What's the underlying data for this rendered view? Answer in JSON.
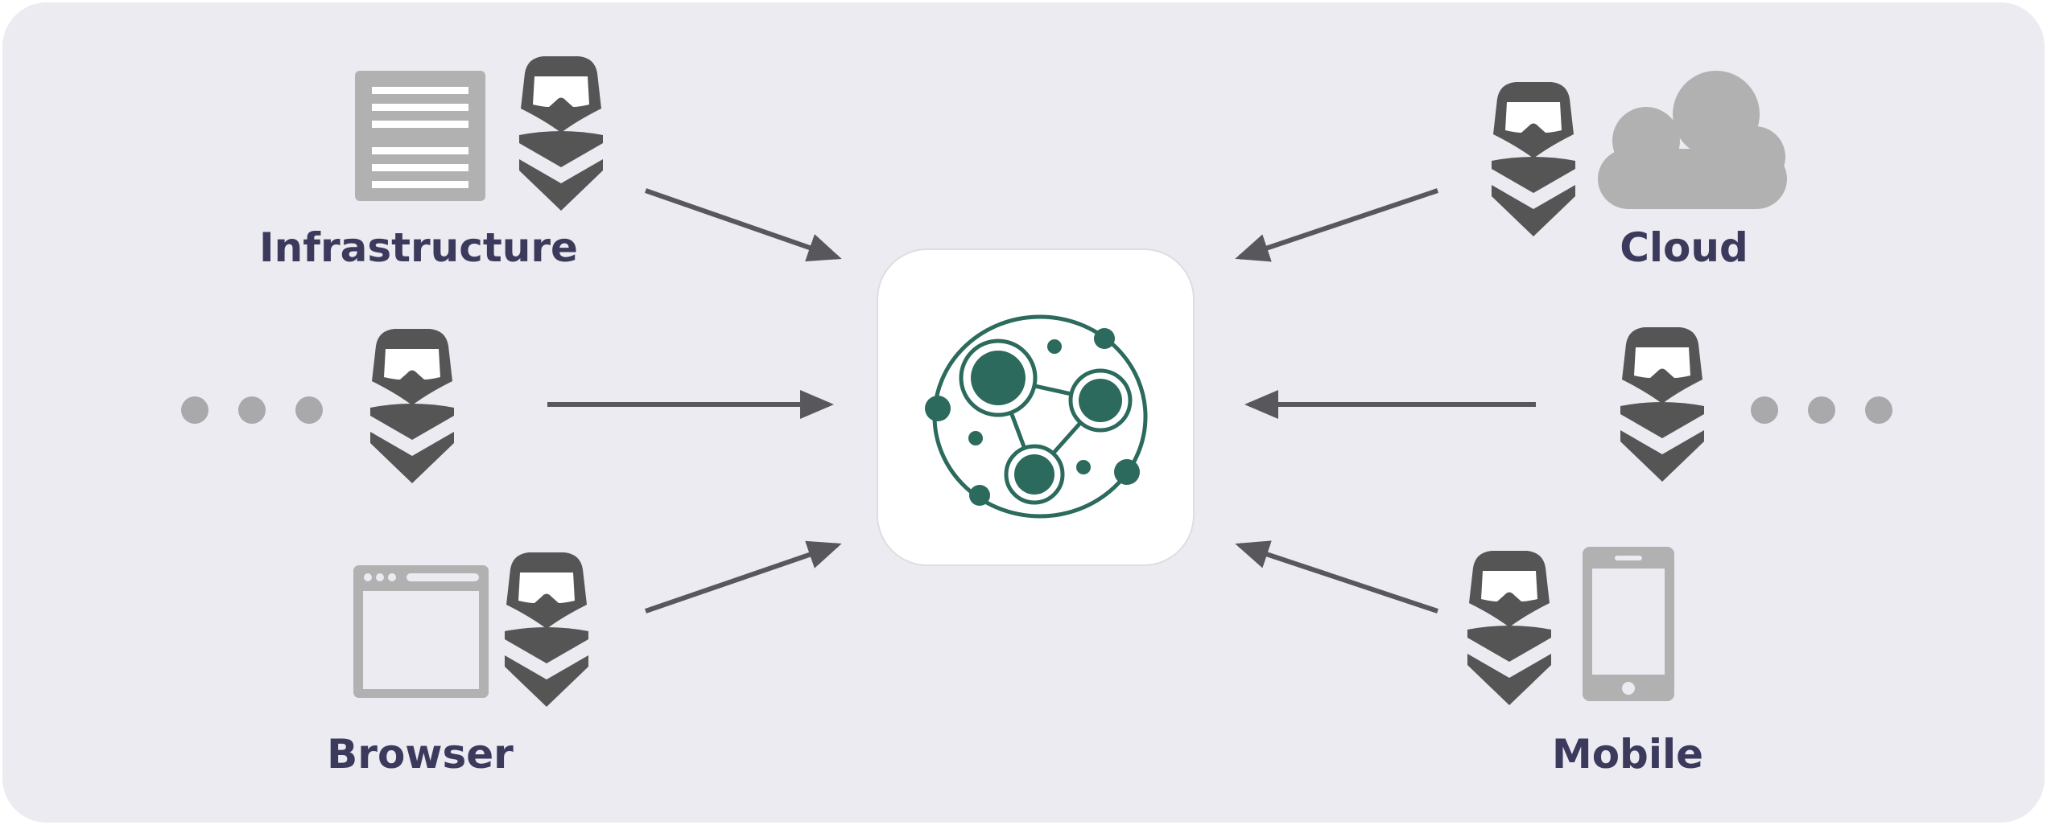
{
  "labels": {
    "infrastructure": "Infrastructure",
    "cloud": "Cloud",
    "browser": "Browser",
    "mobile": "Mobile"
  },
  "colors": {
    "panel_background": "#ebebf1",
    "center_card": "#ffffff",
    "hub_green": "#2b6a5c",
    "arrow": "#58575c",
    "agent_icon": "#555555",
    "device_icon": "#b1b1b1",
    "dots": "#a9a9ab",
    "label_text": "#3b3a5c"
  },
  "icons": {
    "hub": "network-hub-icon",
    "agent": "masked-agent-icon",
    "infrastructure": "server-document-icon",
    "cloud": "cloud-icon",
    "browser": "browser-window-icon",
    "mobile": "smartphone-icon",
    "more": "ellipsis-dots-icon"
  }
}
